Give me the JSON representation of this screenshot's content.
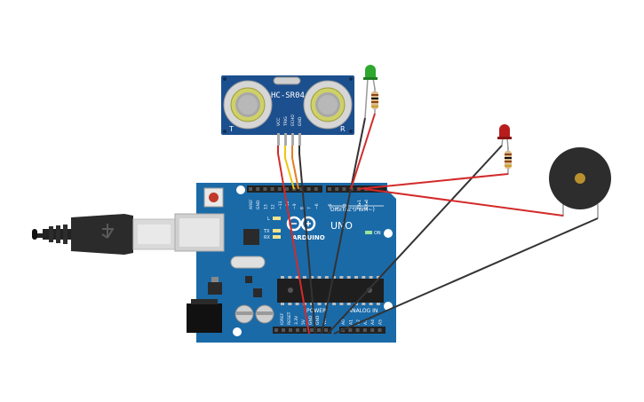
{
  "sensor": {
    "model": "HC-SR04",
    "left_mark": "T",
    "right_mark": "R",
    "pins": [
      "VCC",
      "TRIG",
      "ECHO",
      "GND"
    ]
  },
  "arduino": {
    "brand": "ARDUINO",
    "model": "UNO",
    "digital_label": "DIGITAL (PWM~)",
    "power_label": "POWER",
    "analog_label": "ANALOG IN",
    "on_label": "ON",
    "l_label": "L",
    "tx_label": "TX",
    "rx_label": "RX",
    "top_header_labels": [
      "AREF",
      "GND",
      "13",
      "12",
      "~11",
      "~10",
      "~9",
      "8",
      "7",
      "~6",
      "~5",
      "4",
      "~3",
      "2",
      "TX▸1",
      "RX◂0"
    ],
    "power_header_labels": [
      "IOREF",
      "RESET",
      "3.3V",
      "5V",
      "GND",
      "GND",
      "Vin"
    ],
    "analog_header_labels": [
      "A0",
      "A1",
      "A2",
      "A3",
      "A4",
      "A5"
    ]
  },
  "colors": {
    "board": "#1a6aa8",
    "sensor_board": "#1c4f8e",
    "red_wire": "#d42a2a",
    "black_wire": "#333333",
    "yellow_wire": "#f1c40f",
    "green_led": "#2ea82e",
    "red_led": "#b81d1d",
    "buzzer": "#2d2d2d"
  }
}
